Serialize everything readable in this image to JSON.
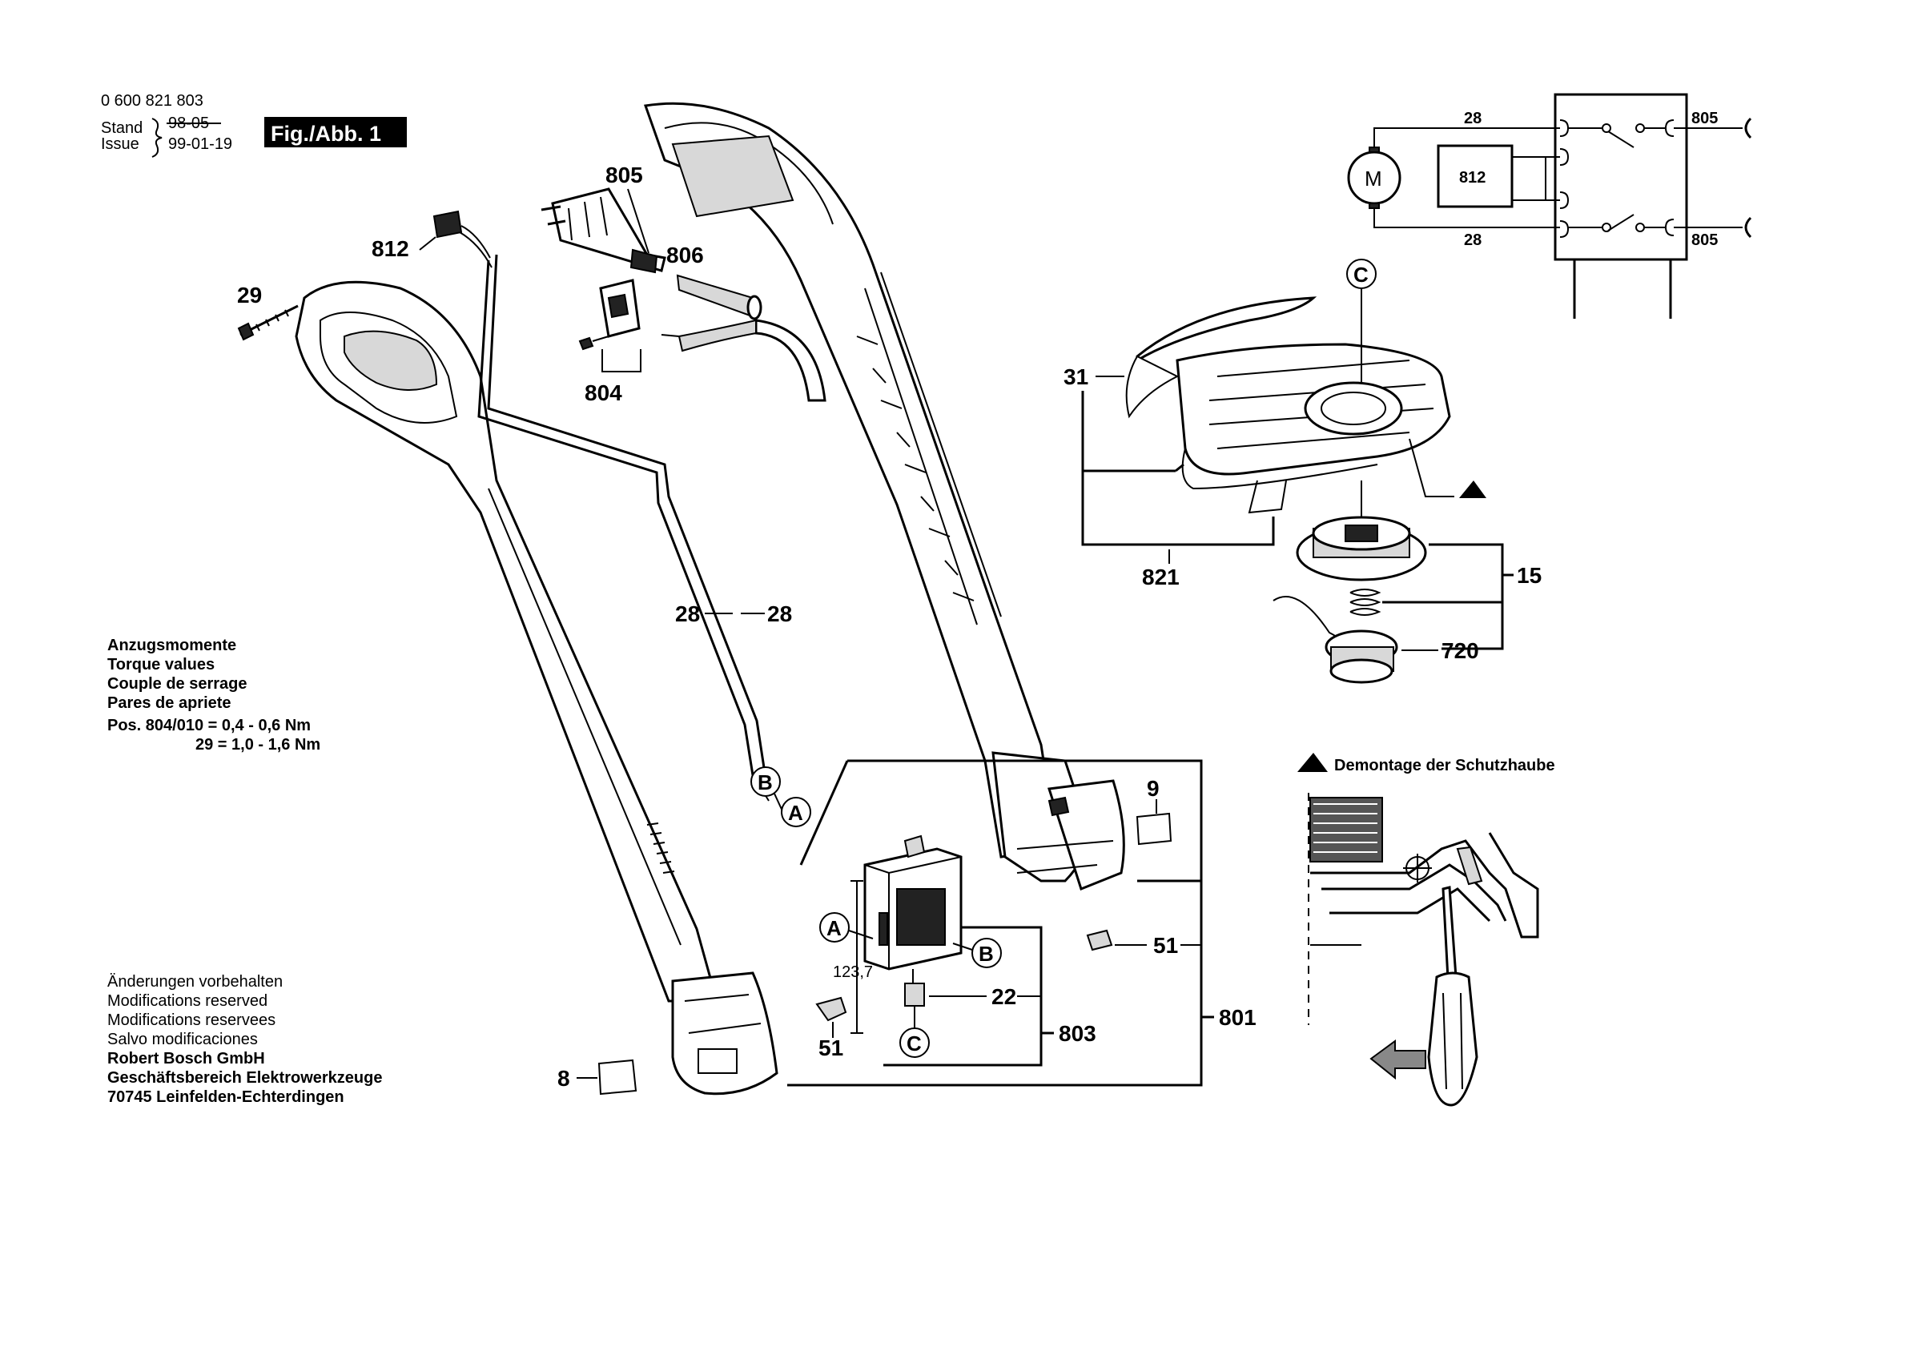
{
  "header": {
    "doc_number": "0 600 821 803",
    "stand_label": "Stand",
    "stand_value": "98-05",
    "issue_label": "Issue",
    "issue_value": "99-01-19",
    "figure_label": "Fig./Abb. 1"
  },
  "torque": {
    "lines": [
      "Anzugsmomente",
      "Torque values",
      "Couple de serrage",
      "Pares de apriete"
    ],
    "pos1": "Pos. 804/010 = 0,4 - 0,6 Nm",
    "pos2": "29 = 1,0 - 1,6 Nm"
  },
  "footer_notes": {
    "lines": [
      "Änderungen vorbehalten",
      "Modifications reserved",
      "Modifications reservees",
      "Salvo modificaciones"
    ],
    "company": [
      "Robert Bosch GmbH",
      "Geschäftsbereich Elektrowerkzeuge",
      "70745 Leinfelden-Echterdingen"
    ]
  },
  "parts": {
    "p805": "805",
    "p806": "806",
    "p812": "812",
    "p29": "29",
    "p804": "804",
    "p28a": "28",
    "p28b": "28",
    "p31": "31",
    "p821": "821",
    "p15": "15",
    "p720": "720",
    "p9": "9",
    "p51a": "51",
    "p51b": "51",
    "p22": "22",
    "p803": "803",
    "p801": "801",
    "p8": "8",
    "dim": "123,7"
  },
  "markers": {
    "A": "A",
    "B": "B",
    "C": "C"
  },
  "wiring": {
    "w28top": "28",
    "w28bot": "28",
    "w805top": "805",
    "w805bot": "805",
    "motor": "M",
    "module": "812"
  },
  "demontage": {
    "title": "Demontage der Schutzhaube"
  }
}
